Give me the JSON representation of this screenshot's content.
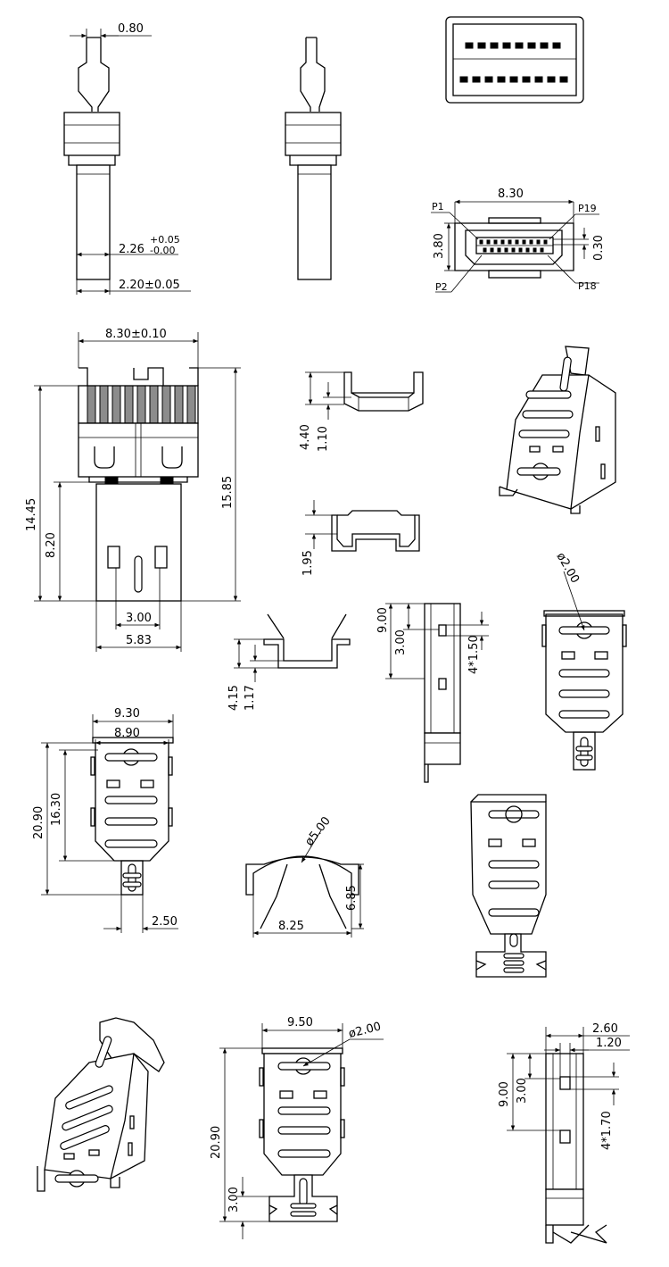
{
  "dims": {
    "d080": "0.80",
    "d226": "2.26",
    "d226_plus": "+0.05",
    "d226_minus": "-0.00",
    "d220": "2.20±0.05",
    "d830": "8.30",
    "p1": "P1",
    "p19": "P19",
    "p2": "P2",
    "p18": "P18",
    "d380": "3.80",
    "d030": "0.30",
    "d830tol": "8.30±0.10",
    "d1445": "14.45",
    "d820": "8.20",
    "d1585": "15.85",
    "d300a": "3.00",
    "d583": "5.83",
    "d440": "4.40",
    "d110": "1.10",
    "d195": "1.95",
    "d200a": "ø2.00",
    "d900a": "9.00",
    "d300b": "3.00",
    "d4x150": "4*1.50",
    "d415": "4.15",
    "d117": "1.17",
    "d930": "9.30",
    "d890": "8.90",
    "d2090a": "20.90",
    "d1630": "16.30",
    "d250": "2.50",
    "d500": "ø5.00",
    "d685": "6.85",
    "d825": "8.25",
    "d950": "9.50",
    "d200b": "ø2.00",
    "d2090b": "20.90",
    "d300c": "3.00",
    "d260": "2.60",
    "d120": "1.20",
    "d900b": "9.00",
    "d300d": "3.00",
    "d4x170": "4*1.70"
  }
}
